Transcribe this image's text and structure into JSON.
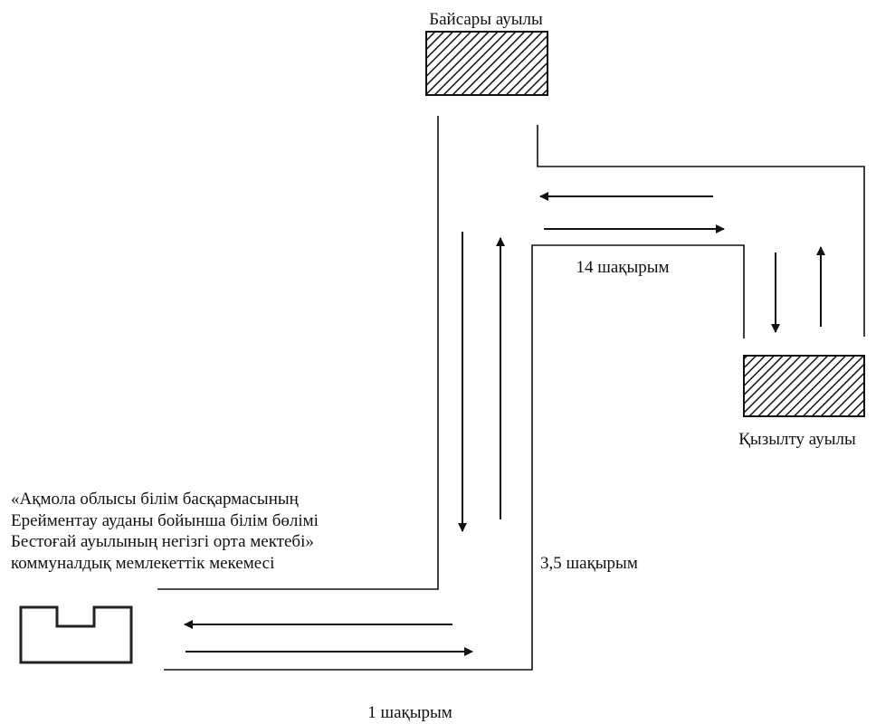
{
  "villages": {
    "baisary": "Байсары ауылы",
    "kyzyltu": "Қызылту ауылы"
  },
  "school": {
    "lines": [
      "«Ақмола облысы білім басқармасының",
      "Ерейментау ауданы бойынша білім бөлімі",
      "Бестоғай ауылының негізгі орта мектебі»",
      "коммуналдық мемлекеттік мекемесі"
    ]
  },
  "distances": {
    "segment_bottom": "1 шақырым",
    "segment_vertical": "3,5 шақырым",
    "segment_top": "14 шақырым"
  }
}
